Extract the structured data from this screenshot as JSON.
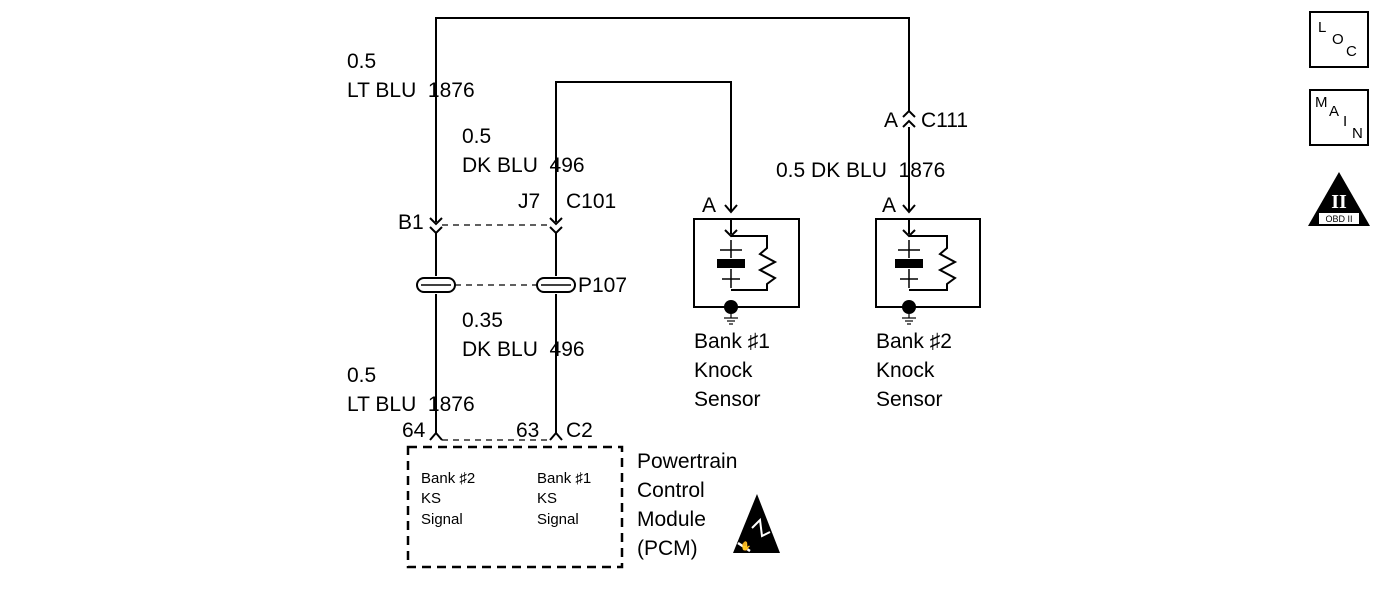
{
  "wires": {
    "ks2_top_gauge": "0.5",
    "ks2_top_color_circuit": "LT BLU  1876",
    "ks1_top_gauge": "0.5",
    "ks1_top_color_circuit": "DK BLU  496",
    "ks1_mid_gauge": "0.35",
    "ks1_mid_color_circuit": "DK BLU  496",
    "ks2_bottom_gauge": "0.5",
    "ks2_bottom_color_circuit": "LT BLU  1876",
    "sensor2_feed": "0.5 DK BLU  1876"
  },
  "connectors": {
    "b1": "B1",
    "j7": "J7",
    "c101": "C101",
    "p107": "P107",
    "c111_pin": "A",
    "c111": "C111",
    "sensor1_pin": "A",
    "sensor2_pin": "A",
    "pcm_pin_64": "64",
    "pcm_pin_63": "63",
    "c2": "C2"
  },
  "sensors": {
    "bank1": [
      "Bank ♯1",
      "Knock",
      "Sensor"
    ],
    "bank2": [
      "Bank ♯2",
      "Knock",
      "Sensor"
    ]
  },
  "pcm": {
    "title": [
      "Powertrain",
      "Control",
      "Module",
      "(PCM)"
    ],
    "bank2_signal": [
      "Bank ♯2",
      "KS",
      "Signal"
    ],
    "bank1_signal": [
      "Bank ♯1",
      "KS",
      "Signal"
    ]
  },
  "side_icons": {
    "loc": {
      "l": "L",
      "o": "O",
      "c": "C"
    },
    "main": {
      "m": "M",
      "a": "A",
      "i": "I",
      "n": "N"
    },
    "obd": {
      "numeral": "II",
      "label": "OBD II"
    }
  }
}
